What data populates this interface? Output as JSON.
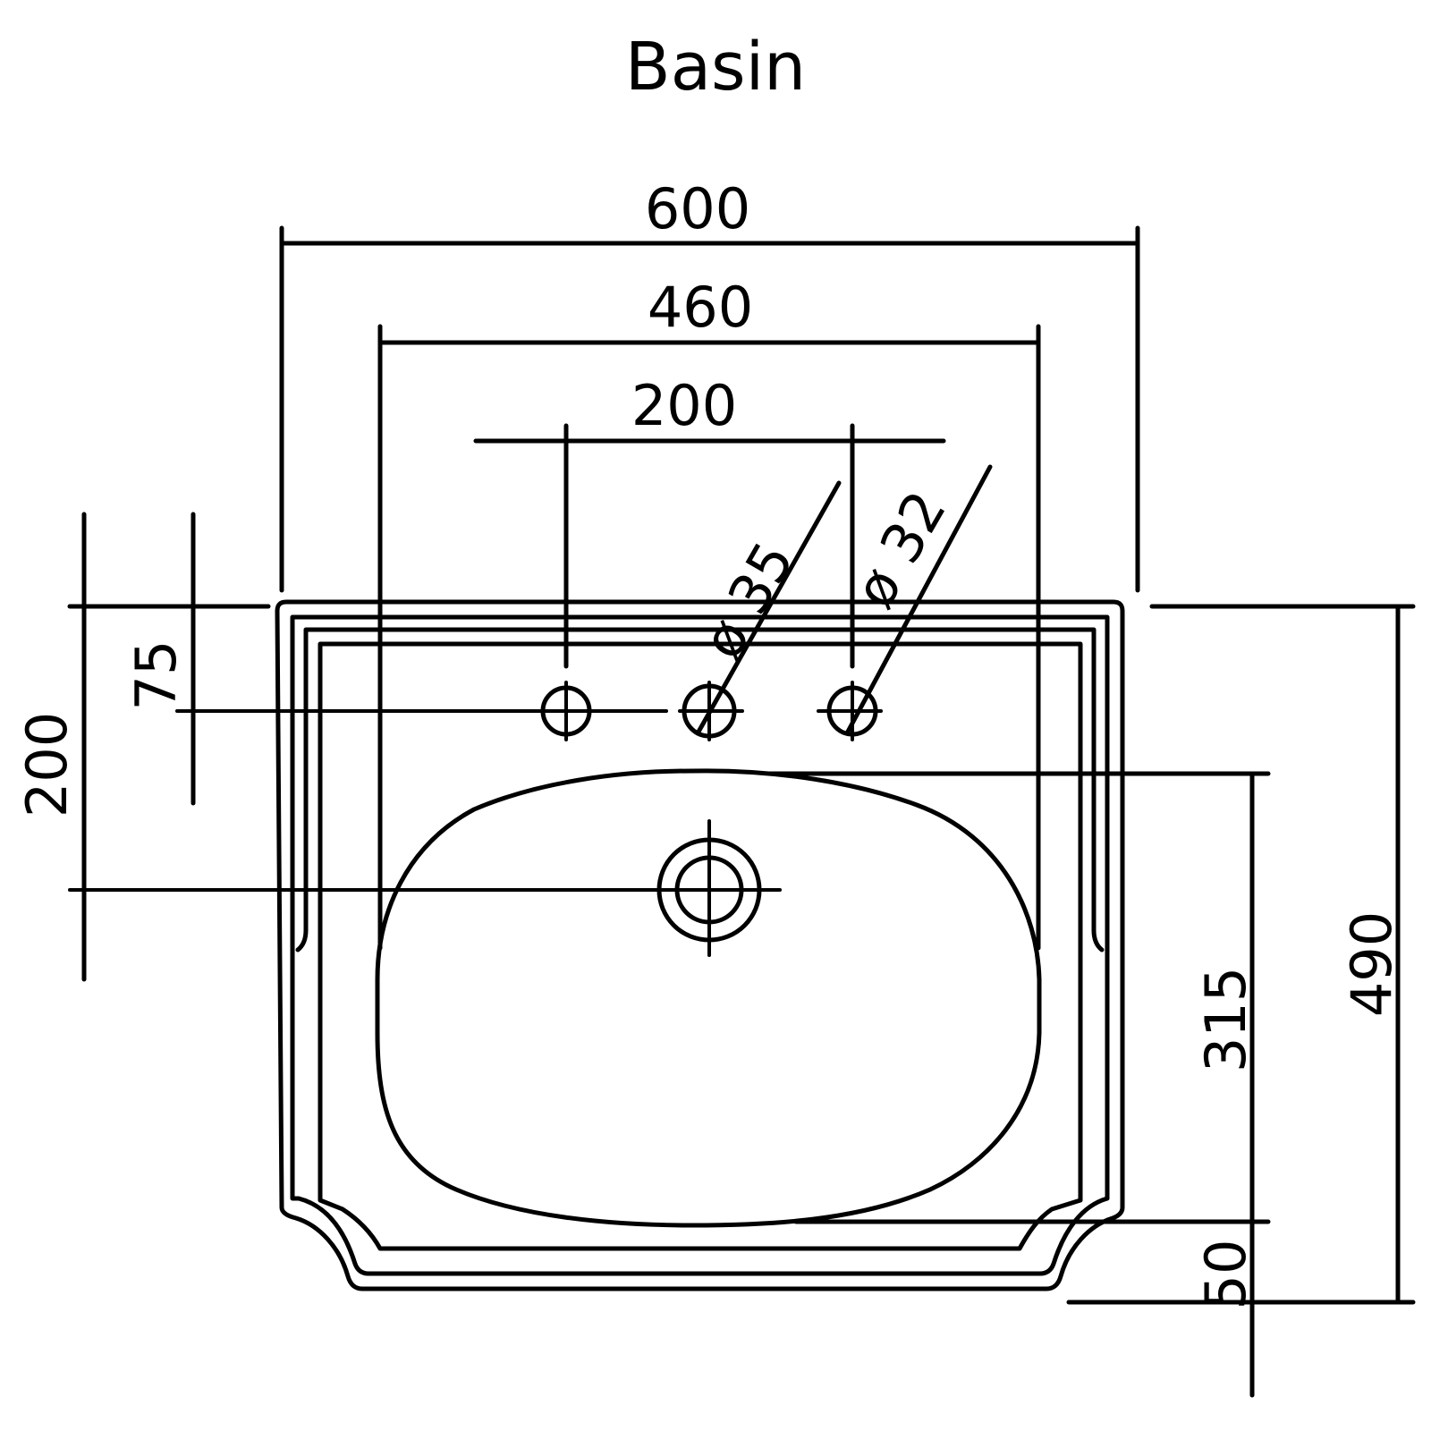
{
  "title": "Basin",
  "dimensions": {
    "overall_width": "600",
    "inner_width": "460",
    "tap_spacing": "200",
    "hole_large": "ø 35",
    "hole_small": "ø 32",
    "tap_offset": "75",
    "waste_offset": "200",
    "overall_depth": "490",
    "bowl_depth": "315",
    "front_edge": "50"
  }
}
